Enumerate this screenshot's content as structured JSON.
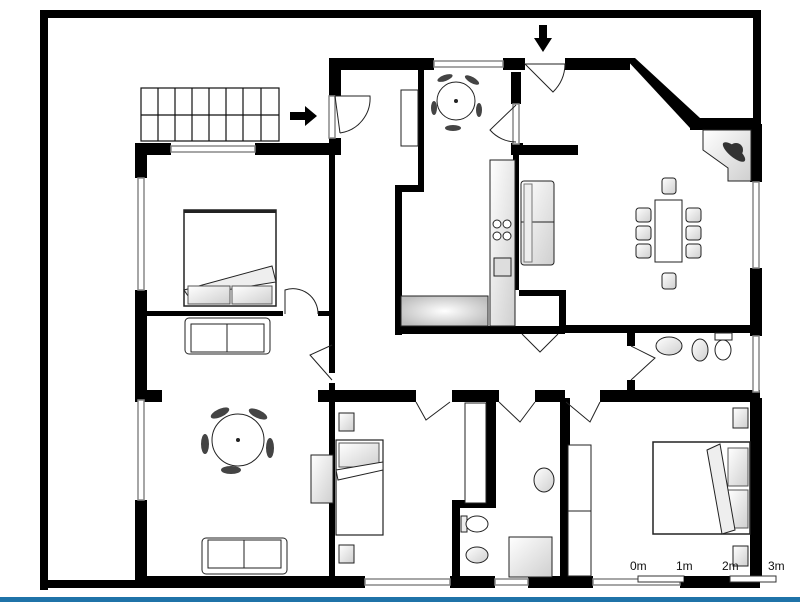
{
  "diagram": {
    "type": "floor-plan",
    "rooms": [
      {
        "id": "entrance-hall",
        "furniture": [
          "wall-shelf"
        ]
      },
      {
        "id": "kitchen",
        "furniture": [
          "round-table-4-chairs",
          "counter",
          "stove-4-burners",
          "sink",
          "fridge",
          "bathtub-like-counter"
        ]
      },
      {
        "id": "living-dining",
        "furniture": [
          "sofa",
          "dining-table-10-seats",
          "corner-fireplace"
        ]
      },
      {
        "id": "bedroom-1",
        "furniture": [
          "double-bed"
        ]
      },
      {
        "id": "living-room",
        "furniture": [
          "sofa-top",
          "sofa-bottom",
          "round-table-5-chairs"
        ]
      },
      {
        "id": "bedroom-2",
        "furniture": [
          "single-bed",
          "nightstand-top",
          "nightstand-bottom",
          "dresser"
        ]
      },
      {
        "id": "bathroom-1",
        "furniture": [
          "washbasin",
          "toilet",
          "bidet",
          "shower"
        ]
      },
      {
        "id": "bedroom-3",
        "furniture": [
          "double-bed",
          "nightstand-top",
          "nightstand-bottom",
          "wardrobe"
        ]
      },
      {
        "id": "wc",
        "furniture": [
          "washbasin",
          "bidet",
          "toilet"
        ]
      },
      {
        "id": "terrace",
        "furniture": [
          "staircase"
        ]
      }
    ],
    "arrows": [
      {
        "id": "stair-arrow",
        "direction": "right"
      },
      {
        "id": "entrance-arrow",
        "direction": "down"
      }
    ],
    "scale_bar": {
      "labels": [
        "0m",
        "1m",
        "2m",
        "3m"
      ]
    }
  },
  "colors": {
    "wall": "#000000",
    "background": "#ffffff",
    "furniture_fill": "#e6e6e6",
    "furniture_stroke": "#222222",
    "window": "#9a9a9a",
    "bottom_bar": "#1f73a8"
  }
}
